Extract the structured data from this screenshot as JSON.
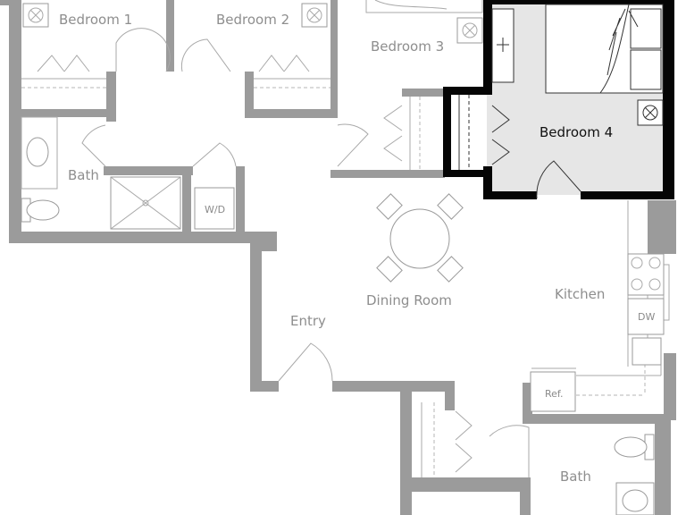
{
  "rooms": {
    "bedroom1": "Bedroom 1",
    "bedroom2": "Bedroom 2",
    "bedroom3": "Bedroom 3",
    "bedroom4": "Bedroom 4",
    "bath_upper": "Bath",
    "bath_lower": "Bath",
    "dining": "Dining Room",
    "kitchen": "Kitchen",
    "entry": "Entry"
  },
  "fixtures": {
    "washer_dryer": "W/D",
    "dishwasher": "DW",
    "refrigerator": "Ref."
  },
  "colors": {
    "wall": "#9b9b9b",
    "highlight_wall": "#050505",
    "highlight_fill": "#e6e6e6"
  }
}
